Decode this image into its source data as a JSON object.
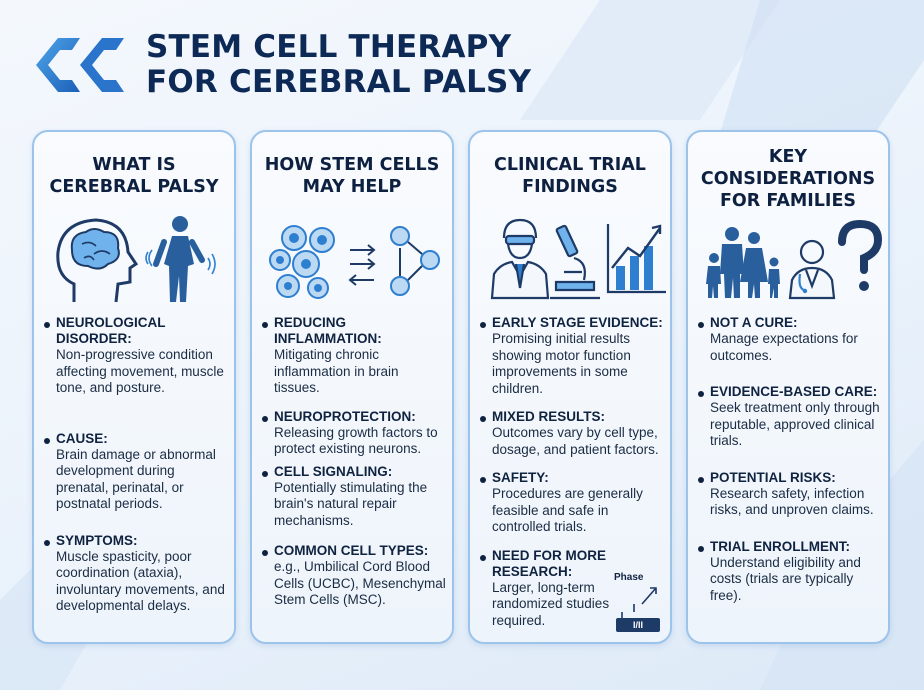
{
  "header": {
    "title_line1": "STEM CELL THERAPY",
    "title_line2": "FOR CEREBRAL PALSY"
  },
  "colors": {
    "brand_dark": "#0d2a56",
    "accent_blue": "#2f7fd0",
    "light_blue": "#9cc3ea"
  },
  "cards": [
    {
      "title": [
        "WHAT IS",
        "CEREBRAL PALSY"
      ],
      "icons": [
        "brain-head-icon",
        "person-movement-icon"
      ],
      "points": [
        {
          "heading": "NEUROLOGICAL DISORDER:",
          "body": "Non-progressive condition affecting movement, muscle tone, and posture."
        },
        {
          "heading": "CAUSE:",
          "body": "Brain damage or abnormal development during prenatal, perinatal, or postnatal periods."
        },
        {
          "heading": "SYMPTOMS:",
          "body": "Muscle spasticity, poor coordination (ataxia), involuntary movements, and developmental delays."
        }
      ]
    },
    {
      "title": [
        "HOW STEM CELLS",
        "MAY HELP"
      ],
      "icons": [
        "stem-cells-icon",
        "cell-signaling-icon"
      ],
      "points": [
        {
          "heading": "REDUCING INFLAMMATION:",
          "body": "Mitigating chronic inflammation in brain tissues."
        },
        {
          "heading": "NEUROPROTECTION:",
          "body": "Releasing growth factors to protect existing neurons."
        },
        {
          "heading": "CELL SIGNALING:",
          "body": "Potentially stimulating the brain's natural repair mechanisms."
        },
        {
          "heading": "COMMON CELL TYPES:",
          "body": "e.g., Umbilical Cord Blood Cells (UCBC), Mesenchymal Stem Cells (MSC)."
        }
      ]
    },
    {
      "title": [
        "CLINICAL TRIAL",
        "FINDINGS"
      ],
      "icons": [
        "scientist-icon",
        "microscope-icon",
        "growth-chart-icon"
      ],
      "phase_label": "Phase",
      "phase_box": "I/II",
      "points": [
        {
          "heading": "EARLY STAGE EVIDENCE:",
          "body": "Promising initial results showing motor function improvements in some children."
        },
        {
          "heading": "MIXED RESULTS:",
          "body": "Outcomes vary by cell type, dosage, and patient factors."
        },
        {
          "heading": "SAFETY:",
          "body": "Procedures are generally feasible and safe in controlled trials."
        },
        {
          "heading": "NEED FOR MORE RESEARCH:",
          "body": "Larger, long-term randomized studies required."
        }
      ]
    },
    {
      "title": [
        "KEY",
        "CONSIDERATIONS",
        "FOR FAMILIES"
      ],
      "icons": [
        "family-icon",
        "doctor-icon",
        "question-mark-icon"
      ],
      "points": [
        {
          "heading": "NOT A CURE:",
          "body": "Manage expectations for outcomes."
        },
        {
          "heading": "EVIDENCE-BASED CARE:",
          "body": "Seek treatment only through reputable, approved clinical trials."
        },
        {
          "heading": "POTENTIAL RISKS:",
          "body": "Research safety, infection risks, and unproven claims."
        },
        {
          "heading": "TRIAL ENROLLMENT:",
          "body": "Understand eligibility and costs (trials are typically free)."
        }
      ]
    }
  ]
}
